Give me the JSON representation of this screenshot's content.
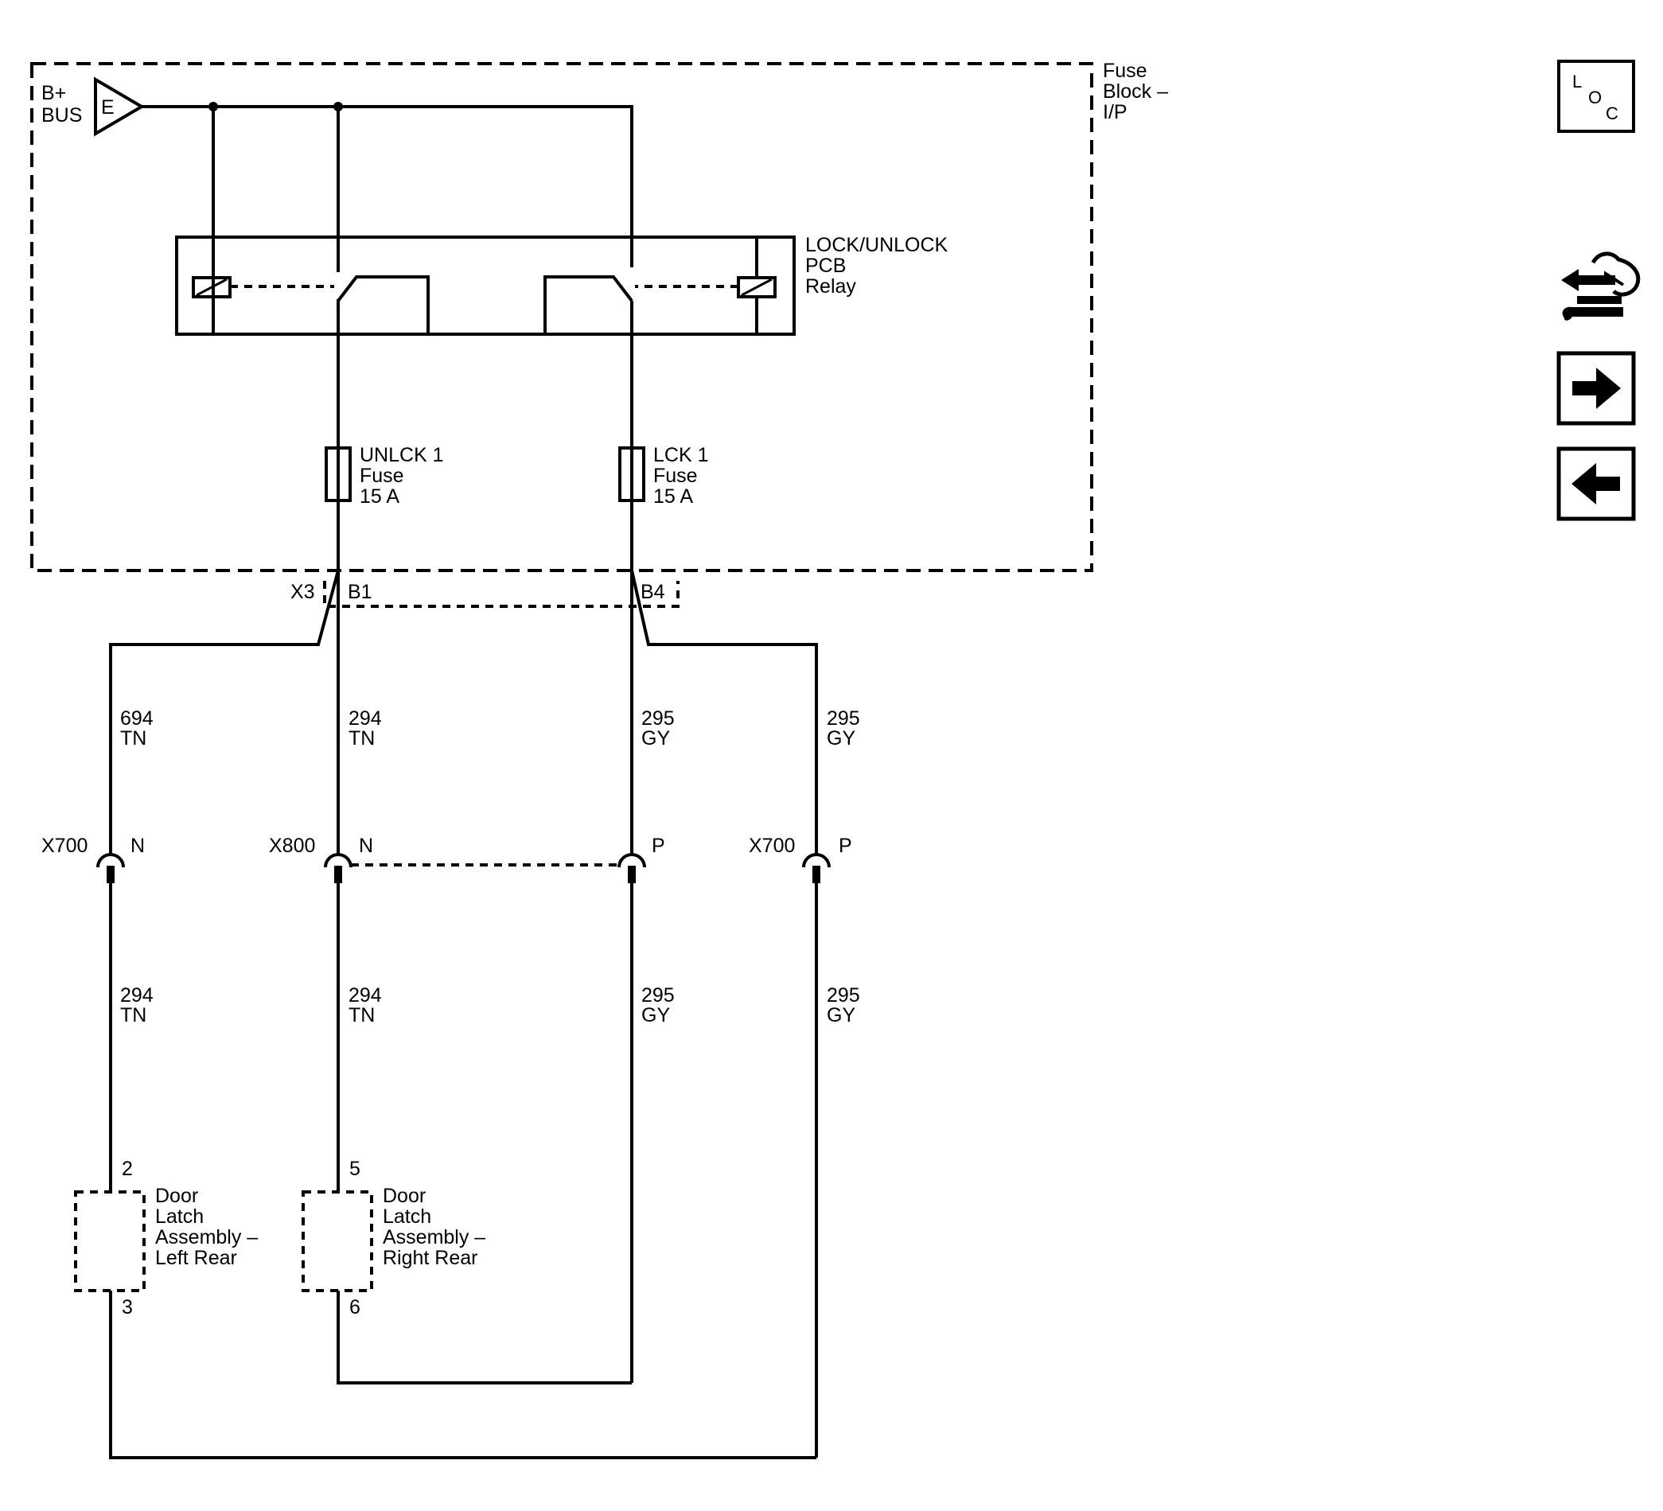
{
  "fuse_block": {
    "label_lines": [
      "Fuse",
      "Block –",
      "I/P"
    ]
  },
  "bus": {
    "line1": "B+",
    "line2": "BUS",
    "terminal": "E"
  },
  "relay": {
    "label_lines": [
      "LOCK/UNLOCK",
      "PCB",
      "Relay"
    ]
  },
  "fuses": {
    "unlock": {
      "lines": [
        "UNLCK 1",
        "Fuse",
        "15 A"
      ]
    },
    "lock": {
      "lines": [
        "LCK 1",
        "Fuse",
        "15 A"
      ]
    }
  },
  "fuse_block_connector": {
    "name": "X3",
    "pin_unlock": "B1",
    "pin_lock": "B4"
  },
  "wires_upper": [
    {
      "circuit": "694",
      "color": "TN"
    },
    {
      "circuit": "294",
      "color": "TN"
    },
    {
      "circuit": "295",
      "color": "GY"
    },
    {
      "circuit": "295",
      "color": "GY"
    }
  ],
  "inline_connectors": [
    {
      "name": "X700",
      "pin": "N"
    },
    {
      "name": "X800",
      "pin": "N"
    },
    {
      "name": "",
      "pin": "P"
    },
    {
      "name": "X700",
      "pin": "P"
    }
  ],
  "wires_lower": [
    {
      "circuit": "294",
      "color": "TN"
    },
    {
      "circuit": "294",
      "color": "TN"
    },
    {
      "circuit": "295",
      "color": "GY"
    },
    {
      "circuit": "295",
      "color": "GY"
    }
  ],
  "door_latches": [
    {
      "pin_top": "2",
      "pin_bottom": "3",
      "label_lines": [
        "Door",
        "Latch",
        "Assembly –",
        "Left Rear"
      ]
    },
    {
      "pin_top": "5",
      "pin_bottom": "6",
      "label_lines": [
        "Door",
        "Latch",
        "Assembly –",
        "Right Rear"
      ]
    }
  ],
  "nav": {
    "loc": {
      "l": "L",
      "o": "O",
      "c": "C"
    },
    "icons": [
      "connector-info-icon",
      "next-arrow-icon",
      "prev-arrow-icon"
    ]
  }
}
